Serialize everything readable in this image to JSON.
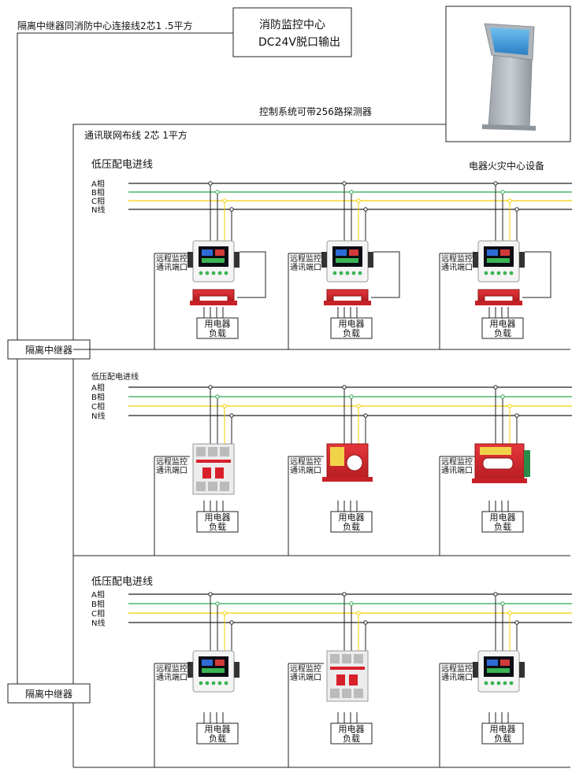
{
  "header": {
    "isolation_link_label": "隔离中继器同消防中心连接线2芯1 .5平方",
    "fire_center_line1": "消防监控中心",
    "fire_center_line2": "DC24V脱口输出",
    "control_capacity": "控制系统可带256路探测器",
    "network_cable": "通讯联网布线 2芯  1平方",
    "host_label": "电器火灾中心设备"
  },
  "relays": {
    "first": "隔离中继器",
    "second": "隔离中继器"
  },
  "phase_labels": [
    "A相",
    "B相",
    "C相",
    "N线"
  ],
  "phase_colors": {
    "A": "#222222",
    "B": "#2fa84f",
    "C": "#f2d000",
    "N": "#222222"
  },
  "sections": [
    {
      "title": "低压配电进线",
      "devices": [
        {
          "type": "meter-ct",
          "port_line1": "远程监控",
          "port_line2": "通讯端口",
          "load_line1": "用电器",
          "load_line2": "负载"
        },
        {
          "type": "meter-ct",
          "port_line1": "远程监控",
          "port_line2": "通讯端口",
          "load_line1": "用电器",
          "load_line2": "负载"
        },
        {
          "type": "meter-ct",
          "port_line1": "远程监控",
          "port_line2": "通讯端口",
          "load_line1": "用电器",
          "load_line2": "负载"
        }
      ]
    },
    {
      "title": "低压配电进线",
      "devices": [
        {
          "type": "breaker",
          "port_line1": "远程监控",
          "port_line2": "通讯端口",
          "load_line1": "用电器",
          "load_line2": "负载"
        },
        {
          "type": "residual-ct",
          "port_line1": "远程监控",
          "port_line2": "通讯端口",
          "load_line1": "用电器",
          "load_line2": "负载"
        },
        {
          "type": "combined-ct",
          "port_line1": "远程监控",
          "port_line2": "通讯端口",
          "load_line1": "用电器",
          "load_line2": "负载"
        }
      ]
    },
    {
      "title": "低压配电进线",
      "devices": [
        {
          "type": "meter",
          "port_line1": "远程监控",
          "port_line2": "通讯端口",
          "load_line1": "用电器",
          "load_line2": "负载"
        },
        {
          "type": "breaker",
          "port_line1": "远程监控",
          "port_line2": "通讯端口",
          "load_line1": "用电器",
          "load_line2": "负载"
        },
        {
          "type": "meter",
          "port_line1": "远程监控",
          "port_line2": "通讯端口",
          "load_line1": "用电器",
          "load_line2": "负载"
        }
      ]
    }
  ]
}
